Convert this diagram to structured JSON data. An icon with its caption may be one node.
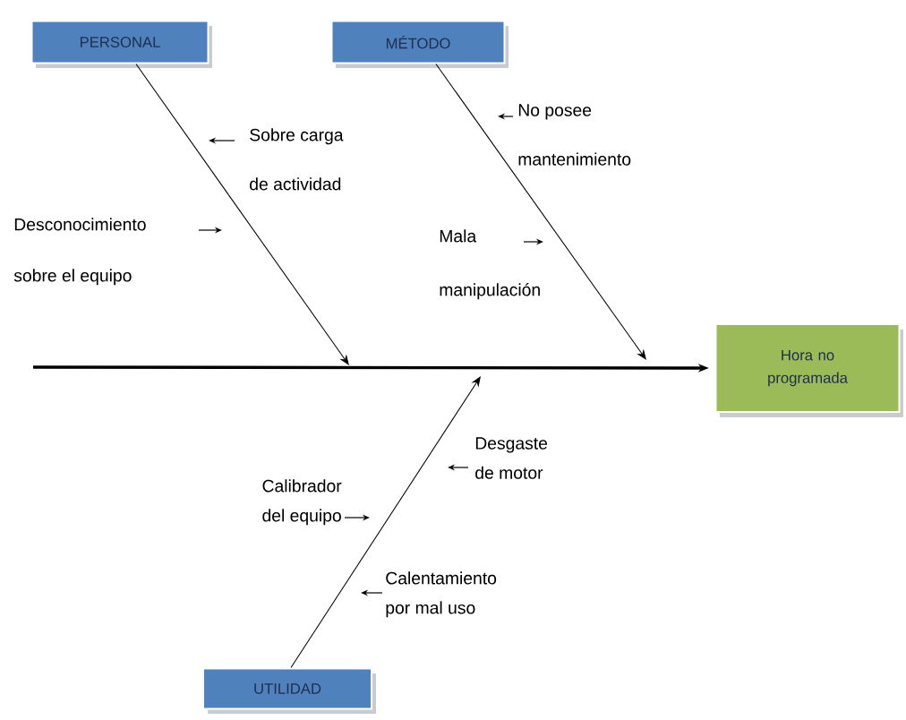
{
  "diagram": {
    "nodes": [
      {
        "text": [
          "PERSONAL"
        ]
      },
      {
        "text": [
          "MÉTODO"
        ]
      },
      {
        "text": [
          "Hora no programada"
        ]
      },
      {
        "text": [
          "UTILIDAD"
        ]
      }
    ],
    "edges": [
      {
        "from": null,
        "to": 2,
        "arrow": "to",
        "style": "thick"
      },
      {
        "from": 0,
        "to": null,
        "arrow": "to"
      },
      {
        "from": 1,
        "to": null,
        "arrow": "to"
      },
      {
        "from": 3,
        "to": null,
        "arrow": "to"
      }
    ],
    "labels": [
      "Sobre carga de actividad",
      "Desconocimiento sobre el equipo",
      "No posee mantenimiento",
      "Mala manipulación",
      "Desgaste de motor",
      "Calibrador del equipo",
      "Calentamiento por mal uso"
    ]
  }
}
